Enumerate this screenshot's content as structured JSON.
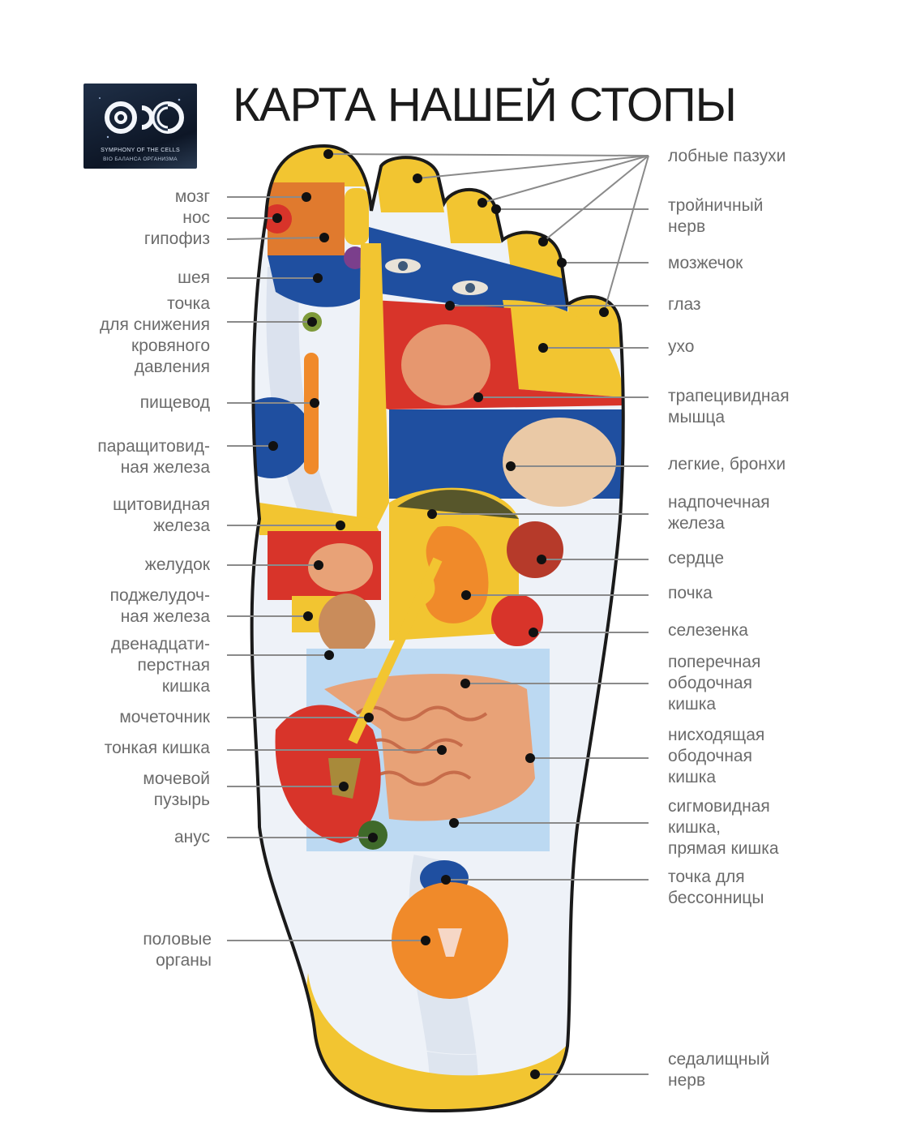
{
  "title": "КАРТА НАШЕЙ СТОПЫ",
  "logo": {
    "icon": "cells-logo-icon",
    "line1": "SYMPHONY OF THE CELLS",
    "line2": "BIO БАЛАНСА ОРГАНИЗМА"
  },
  "labels_left": [
    {
      "id": "brain",
      "text": "мозг"
    },
    {
      "id": "nose",
      "text": "нос"
    },
    {
      "id": "pituitary",
      "text": "гипофиз"
    },
    {
      "id": "neck",
      "text": "шея"
    },
    {
      "id": "pressure",
      "text": "точка\nдля снижения\nкровяного\nдавления"
    },
    {
      "id": "esophagus",
      "text": "пищевод"
    },
    {
      "id": "parathyroid",
      "text": "паращитовид-\nная железа"
    },
    {
      "id": "thyroid",
      "text": "щитовидная\nжелеза"
    },
    {
      "id": "stomach",
      "text": "желудок"
    },
    {
      "id": "pancreas",
      "text": "поджелудоч-\nная железа"
    },
    {
      "id": "duodenum",
      "text": "двенадцати-\nперстная\nкишка"
    },
    {
      "id": "ureter",
      "text": "мочеточник"
    },
    {
      "id": "small-intestine",
      "text": "тонкая кишка"
    },
    {
      "id": "bladder",
      "text": "мочевой\nпузырь"
    },
    {
      "id": "anus",
      "text": "анус"
    },
    {
      "id": "genitals",
      "text": "половые\nорганы"
    }
  ],
  "labels_right": [
    {
      "id": "sinuses",
      "text": "лобные пазухи"
    },
    {
      "id": "trigeminal",
      "text": "тройничный\nнерв"
    },
    {
      "id": "cerebellum",
      "text": "мозжечок"
    },
    {
      "id": "eye",
      "text": "глаз"
    },
    {
      "id": "ear",
      "text": "ухо"
    },
    {
      "id": "trapezius",
      "text": "трапецивидная\nмышца"
    },
    {
      "id": "lungs",
      "text": "легкие, бронхи"
    },
    {
      "id": "adrenal",
      "text": "надпочечная\nжелеза"
    },
    {
      "id": "heart",
      "text": "сердце"
    },
    {
      "id": "kidney",
      "text": "почка"
    },
    {
      "id": "spleen",
      "text": "селезенка"
    },
    {
      "id": "transverse-colon",
      "text": "поперечная\nободочная\nкишка"
    },
    {
      "id": "descending-colon",
      "text": "нисходящая\nободочная\nкишка"
    },
    {
      "id": "sigmoid",
      "text": "сигмовидная\nкишка,\nпрямая кишка"
    },
    {
      "id": "insomnia",
      "text": "точка для\nбессонницы"
    },
    {
      "id": "sciatic",
      "text": "седалищный\nнерв"
    }
  ],
  "colors": {
    "yellow": "#f2c531",
    "blue": "#1f4fa0",
    "red": "#d8342a",
    "orange": "#f08a2a",
    "green": "#7e9a3a",
    "skin": "#e8a277",
    "outline": "#1a1a1a",
    "foot_fill": "#eef2f8",
    "label": "#6b6b6b",
    "leader": "#8a8a8a"
  }
}
